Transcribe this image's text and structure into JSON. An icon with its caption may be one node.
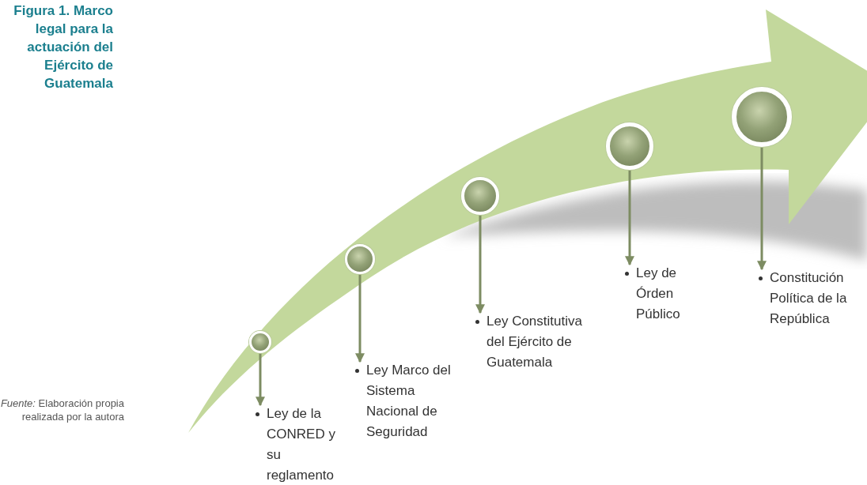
{
  "diagram": {
    "title": "Figura 1. Marco legal para la actuación del Ejército de Guatemala",
    "caption": "*Fuente:* Elaboración propia realizada por la autora",
    "nodes": [
      {
        "text": [],
        "shape": "circle"
      },
      {
        "text": [],
        "shape": "circle"
      },
      {
        "text": [],
        "shape": "circle"
      },
      {
        "text": [],
        "shape": "circle"
      },
      {
        "text": [],
        "shape": "circle"
      },
      {
        "text": [
          "Ley de la CONRED y su reglamento"
        ]
      },
      {
        "text": [
          "Ley Marco del Sistema Nacional de Seguridad"
        ]
      },
      {
        "text": [
          "Ley Constitutiva del Ejército de Guatemala"
        ]
      },
      {
        "text": [
          "Ley de Órden Público"
        ]
      },
      {
        "text": [
          "Constitución Política de la República"
        ]
      }
    ],
    "edges": [
      {
        "from": 0,
        "to": 5,
        "arrow": "to"
      },
      {
        "from": 1,
        "to": 6,
        "arrow": "to"
      },
      {
        "from": 2,
        "to": 7,
        "arrow": "to"
      },
      {
        "from": 3,
        "to": 8,
        "arrow": "to"
      },
      {
        "from": 4,
        "to": 9,
        "arrow": "to"
      }
    ]
  }
}
